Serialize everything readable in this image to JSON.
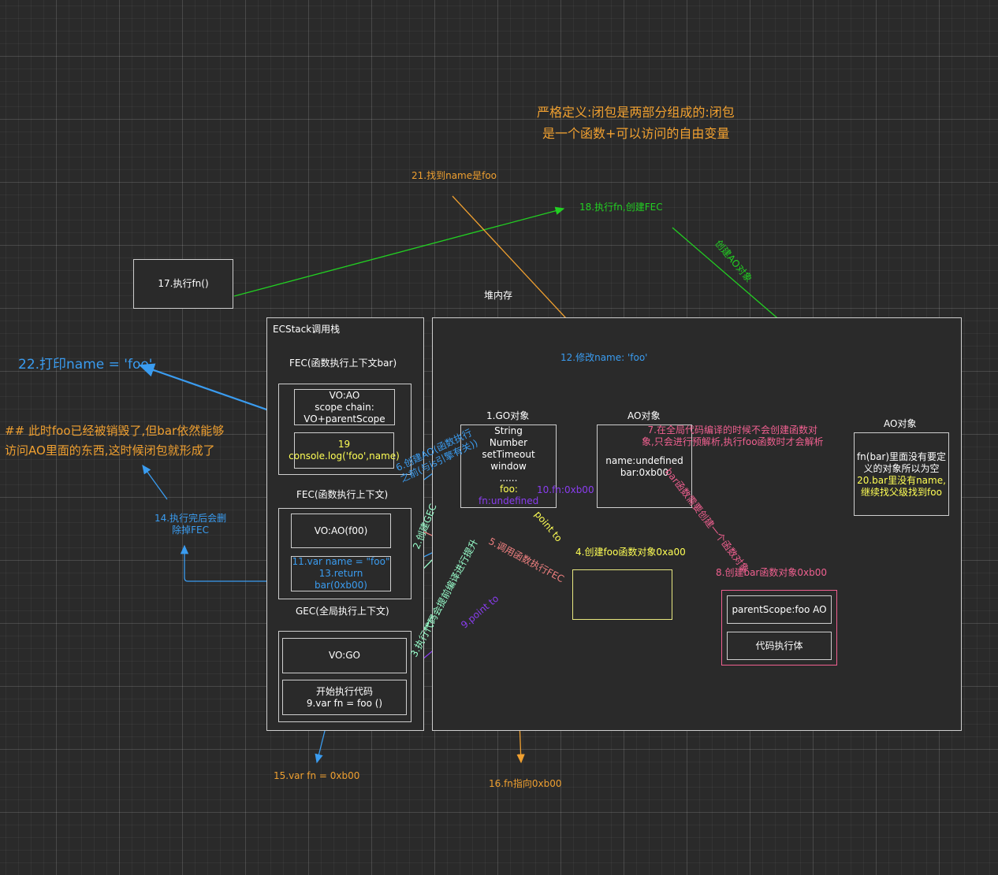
{
  "title_note": {
    "line1": "严格定义:闭包是两部分组成的:闭包",
    "line2": "是一个函数+可以访问的自由变量"
  },
  "labels": {
    "heap": "堆内存",
    "ecstack": "ECStack调用栈",
    "fec_bar": "FEC(函数执行上下文bar)",
    "fec": "FEC(函数执行上下文)",
    "gec": "GEC(全局执行上下文)",
    "go_title": "1.GO对象",
    "ao_title": "AO对象",
    "ao_title2": "AO对象"
  },
  "fec_bar_box": {
    "vo": "VO:AO\nscope chain:\nVO+parentScope",
    "console_num": "19",
    "console": "console.log('foo',name)"
  },
  "fec_box": {
    "vo": "VO:AO(f00)",
    "line1": "11.var name = \"foo\"",
    "line2": "13.return bar(0xb00)"
  },
  "gec_box": {
    "vo": "VO:GO",
    "exec": "开始执行代码\n9.var fn = foo ()"
  },
  "go_obj": {
    "text": "String\nNumber\nsetTimeout\nwindow\n......",
    "foo": "foo:",
    "fn": "fn:undefined"
  },
  "ao_obj": {
    "text": "name:undefined\nbar:0xb00"
  },
  "ao_obj2": {
    "text": "fn(bar)里面没有要定\n义的对象所以为空",
    "highlight": "20.bar里没有name,\n继续找父级找到foo"
  },
  "bar_fn": {
    "scope": "parentScope:foo AO",
    "body": "代码执行体"
  },
  "fn_box": "17.执行fn()",
  "steps": {
    "s2": "2.创建GEC",
    "s3": "3.执行代码会提前编译进行提升",
    "s4": "4.创建foo函数对象0xa00",
    "s5": "5.调用函数执行FEC",
    "s6": "6.创建AO(函数执行\n之前(与js引擎有关))",
    "s7": "7.在全局代码编译的时候不会创建函数对\n象,只会进行预解析,执行foo函数时才会解析",
    "s7b": "bar函数需要创建一个函数对象",
    "s8": "8.创建bar函数对象0xb00",
    "s9": "9.point to",
    "s10": "10.fn:0xb00",
    "s12": "12.修改name: 'foo'",
    "s14": "14.执行完后会删\n除掉FEC",
    "s15": "15.var fn = 0xb00",
    "s16": "16.fn指向0xb00",
    "s18": "18.执行fn,创建FEC",
    "s18b": "创建AO对象",
    "s21": "21.找到name是foo",
    "s22": "22.打印name = 'foo'",
    "point_to": "point to"
  },
  "closure_note": {
    "line1": "## 此时foo已经被销毁了,但bar依然能够",
    "line2": "访问AO里面的东西,这时候闭包就形成了"
  },
  "colors": {
    "orange": "#f0a030",
    "blue": "#3a9cf0",
    "green": "#22d022",
    "yellow": "#ffff55",
    "pink": "#f06090",
    "purple": "#8a3df0",
    "mint": "#99ffcc",
    "salmon": "#f08080"
  }
}
